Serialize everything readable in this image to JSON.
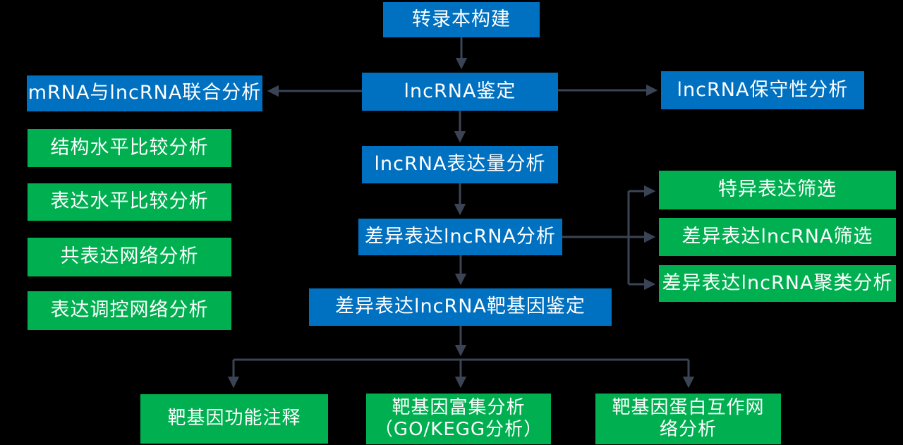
{
  "diagram": {
    "background_color": "#000000",
    "colors": {
      "primary_box": "#0070C0",
      "secondary_box": "#00B050",
      "arrow": "#3B4455",
      "text": "#FFFFFF"
    },
    "nodes": {
      "transcript_assembly": {
        "label": "转录本构建",
        "color": "blue"
      },
      "lncrna_identification": {
        "label": "lncRNA鉴定",
        "color": "blue"
      },
      "joint_analysis": {
        "label": "mRNA与lncRNA联合分析",
        "color": "blue"
      },
      "conservation_analysis": {
        "label": "lncRNA保守性分析",
        "color": "blue"
      },
      "structure_comparison": {
        "label": "结构水平比较分析",
        "color": "green"
      },
      "expression_level_comparison": {
        "label": "表达水平比较分析",
        "color": "green"
      },
      "coexpression_network": {
        "label": "共表达网络分析",
        "color": "green"
      },
      "expression_regulation_network": {
        "label": "表达调控网络分析",
        "color": "green"
      },
      "expression_quantification": {
        "label": "lncRNA表达量分析",
        "color": "blue"
      },
      "differential_expression": {
        "label": "差异表达lncRNA分析",
        "color": "blue"
      },
      "specific_expression_screen": {
        "label": "特异表达筛选",
        "color": "green"
      },
      "diff_lncrna_screen": {
        "label": "差异表达lncRNA筛选",
        "color": "green"
      },
      "diff_lncrna_cluster": {
        "label": "差异表达lncRNA聚类分析",
        "color": "green"
      },
      "target_gene_identification": {
        "label": "差异表达lncRNA靶基因鉴定",
        "color": "blue"
      },
      "target_function_annotation": {
        "label": "靶基因功能注释",
        "color": "green"
      },
      "target_enrichment": {
        "label": "靶基因富集分析（GO/KEGG分析）",
        "lines": [
          "靶基因富集分析",
          "（GO/KEGG分析）"
        ],
        "color": "green"
      },
      "target_ppi_network": {
        "label": "靶基因蛋白互作网络分析",
        "lines": [
          "靶基因蛋白互作网",
          "络分析"
        ],
        "color": "green"
      }
    },
    "edges": [
      {
        "from": "transcript_assembly",
        "to": "lncrna_identification"
      },
      {
        "from": "lncrna_identification",
        "to": "joint_analysis"
      },
      {
        "from": "lncrna_identification",
        "to": "conservation_analysis"
      },
      {
        "from": "lncrna_identification",
        "to": "expression_quantification"
      },
      {
        "from": "expression_quantification",
        "to": "differential_expression"
      },
      {
        "from": "differential_expression",
        "to": "specific_expression_screen"
      },
      {
        "from": "differential_expression",
        "to": "diff_lncrna_screen"
      },
      {
        "from": "differential_expression",
        "to": "diff_lncrna_cluster"
      },
      {
        "from": "differential_expression",
        "to": "target_gene_identification"
      },
      {
        "from": "target_gene_identification",
        "to": "target_function_annotation"
      },
      {
        "from": "target_gene_identification",
        "to": "target_enrichment"
      },
      {
        "from": "target_gene_identification",
        "to": "target_ppi_network"
      }
    ]
  }
}
